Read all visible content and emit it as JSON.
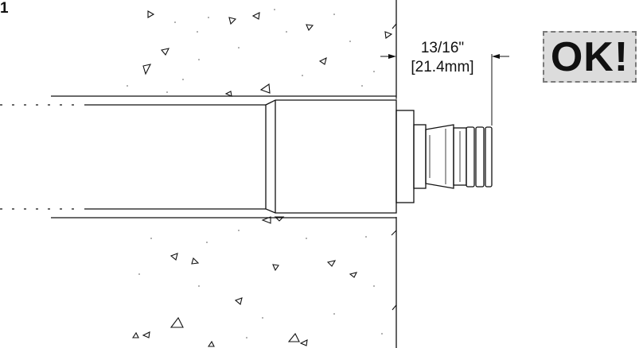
{
  "step": {
    "number": "1"
  },
  "dimension": {
    "imperial": "13/16\"",
    "metric": "[21.4mm]"
  },
  "badge": {
    "text": "OK!"
  },
  "colors": {
    "line": "#111111",
    "badge_fill": "#dcdcdc",
    "badge_border": "#7a7a7a"
  }
}
